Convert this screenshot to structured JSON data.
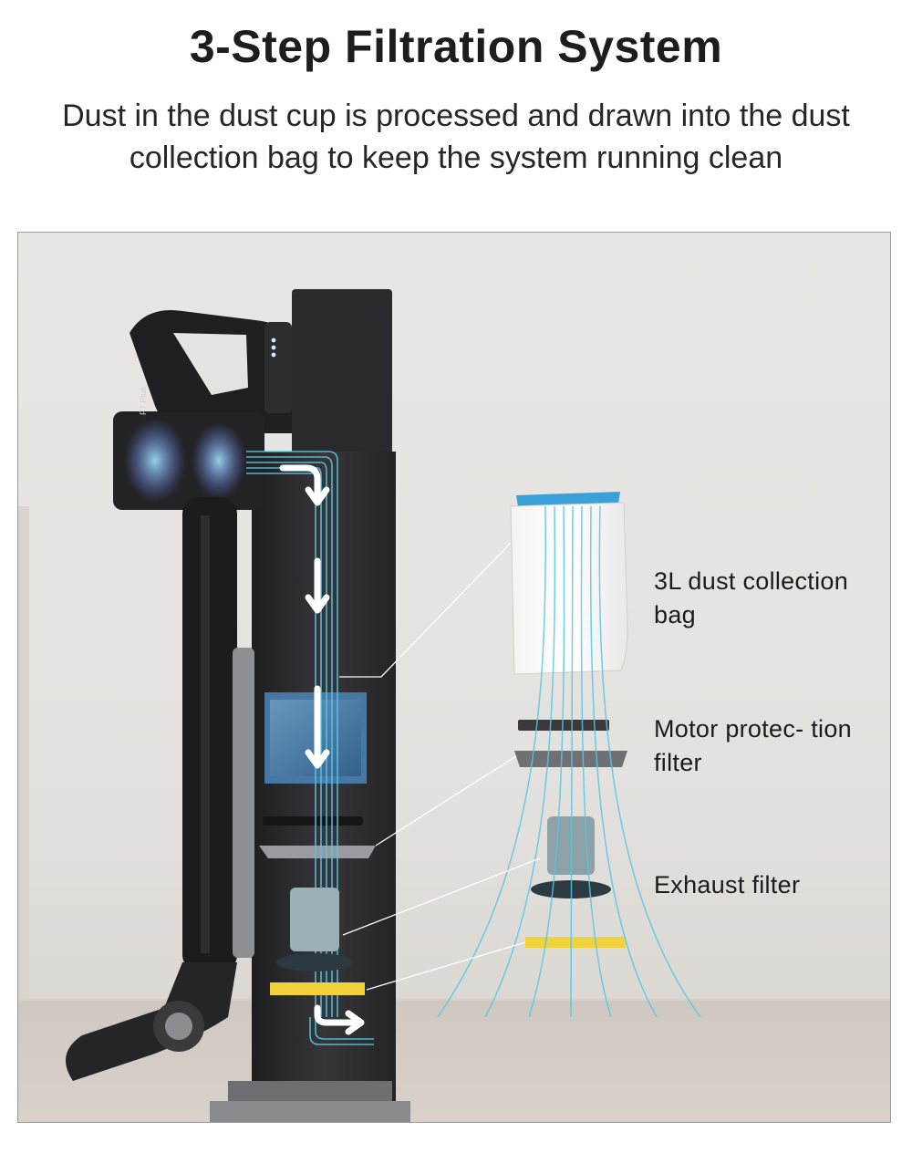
{
  "header": {
    "title": "3-Step Filtration System",
    "subtitle": "Dust in the dust cup is processed and drawn into the dust collection bag to keep the system running clean"
  },
  "callouts": {
    "bag": "3L dust collection bag",
    "motor_filter": "Motor protec- tion filter",
    "exhaust_filter": "Exhaust filter"
  },
  "device": {
    "model_text": "P7 Plus"
  },
  "colors": {
    "airflow": "#57c6e6",
    "bag_top": "#3aa0d8",
    "filter_yellow": "#f0d23a",
    "station": "#2b2b2d"
  }
}
